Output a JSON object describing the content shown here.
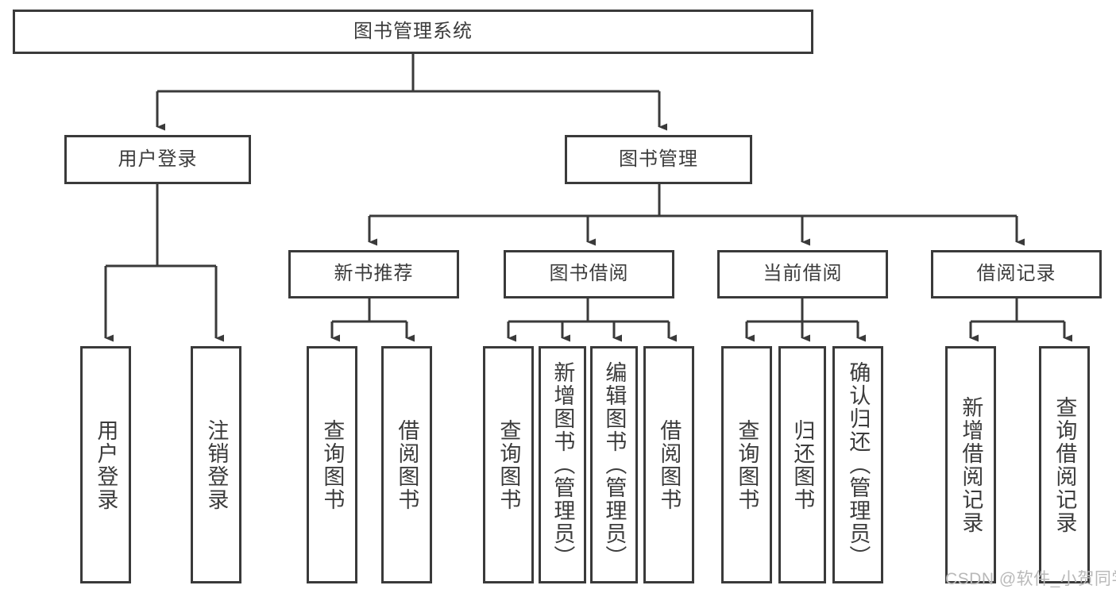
{
  "diagram": {
    "title": "图书管理系统",
    "type": "功能结构图",
    "orientation": "top-down-tree",
    "box_fill": "#ffffff",
    "box_stroke": "#3a3a3a",
    "text_color": "#3c3c3c",
    "background": "#ffffff",
    "connector_color": "#3a3a3a"
  },
  "nodes": {
    "root": {
      "label": "图书管理系统",
      "level": 1
    },
    "level2": [
      {
        "id": "user-login",
        "label": "用户登录"
      },
      {
        "id": "book-manage",
        "label": "图书管理"
      }
    ],
    "level3": [
      {
        "id": "new-book-recommend",
        "label": "新书推荐",
        "parent": "book-manage"
      },
      {
        "id": "book-borrow",
        "label": "图书借阅",
        "parent": "book-manage"
      },
      {
        "id": "current-borrow",
        "label": "当前借阅",
        "parent": "book-manage"
      },
      {
        "id": "borrow-record",
        "label": "借阅记录",
        "parent": "book-manage"
      }
    ],
    "leaves": [
      {
        "id": "leaf-user-login",
        "label": "用户登录",
        "parent": "user-login"
      },
      {
        "id": "leaf-user-logout",
        "label": "注销登录",
        "parent": "user-login"
      },
      {
        "id": "leaf-query-book-1",
        "label": "查询图书",
        "parent": "new-book-recommend"
      },
      {
        "id": "leaf-borrow-book-1",
        "label": "借阅图书",
        "parent": "new-book-recommend"
      },
      {
        "id": "leaf-query-book-2",
        "label": "查询图书",
        "parent": "book-borrow"
      },
      {
        "id": "leaf-add-book",
        "label": "新增图书（管理员）",
        "parent": "book-borrow"
      },
      {
        "id": "leaf-edit-book",
        "label": "编辑图书（管理员）",
        "parent": "book-borrow"
      },
      {
        "id": "leaf-borrow-book-2",
        "label": "借阅图书",
        "parent": "book-borrow"
      },
      {
        "id": "leaf-query-book-3",
        "label": "查询图书",
        "parent": "current-borrow"
      },
      {
        "id": "leaf-return-book",
        "label": "归还图书",
        "parent": "current-borrow"
      },
      {
        "id": "leaf-confirm-return",
        "label": "确认归还（管理员）",
        "parent": "current-borrow"
      },
      {
        "id": "leaf-add-record",
        "label": "新增借阅记录",
        "parent": "borrow-record"
      },
      {
        "id": "leaf-query-record",
        "label": "查询借阅记录",
        "parent": "borrow-record"
      }
    ]
  },
  "watermark": {
    "text": "CSDN @软件_小贺同学"
  }
}
